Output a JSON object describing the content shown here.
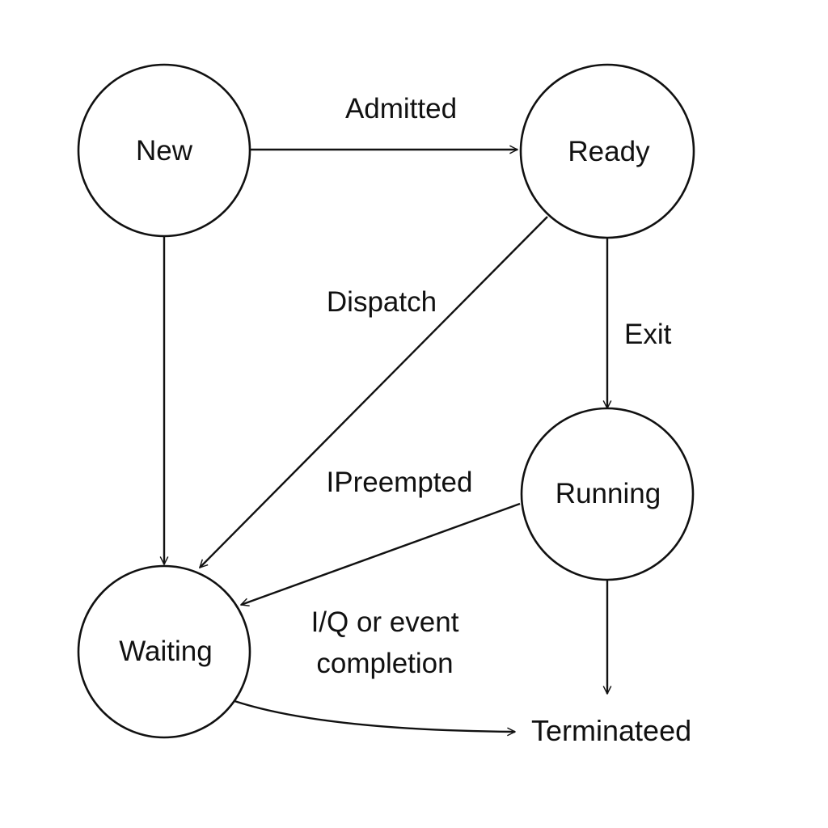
{
  "states": {
    "new": {
      "label": "New"
    },
    "ready": {
      "label": "Ready"
    },
    "running": {
      "label": "Running"
    },
    "waiting": {
      "label": "Waiting"
    },
    "terminated": {
      "label": "Terminateed"
    }
  },
  "transitions": {
    "admitted": {
      "label": "Admitted"
    },
    "dispatch": {
      "label": "Dispatch"
    },
    "exit": {
      "label": "Exit"
    },
    "preempted": {
      "label": "IPreempted"
    },
    "io_event": {
      "label_line1": "I/Q or event",
      "label_line2": "completion"
    }
  },
  "colors": {
    "line": "#111111",
    "background": "#ffffff"
  }
}
